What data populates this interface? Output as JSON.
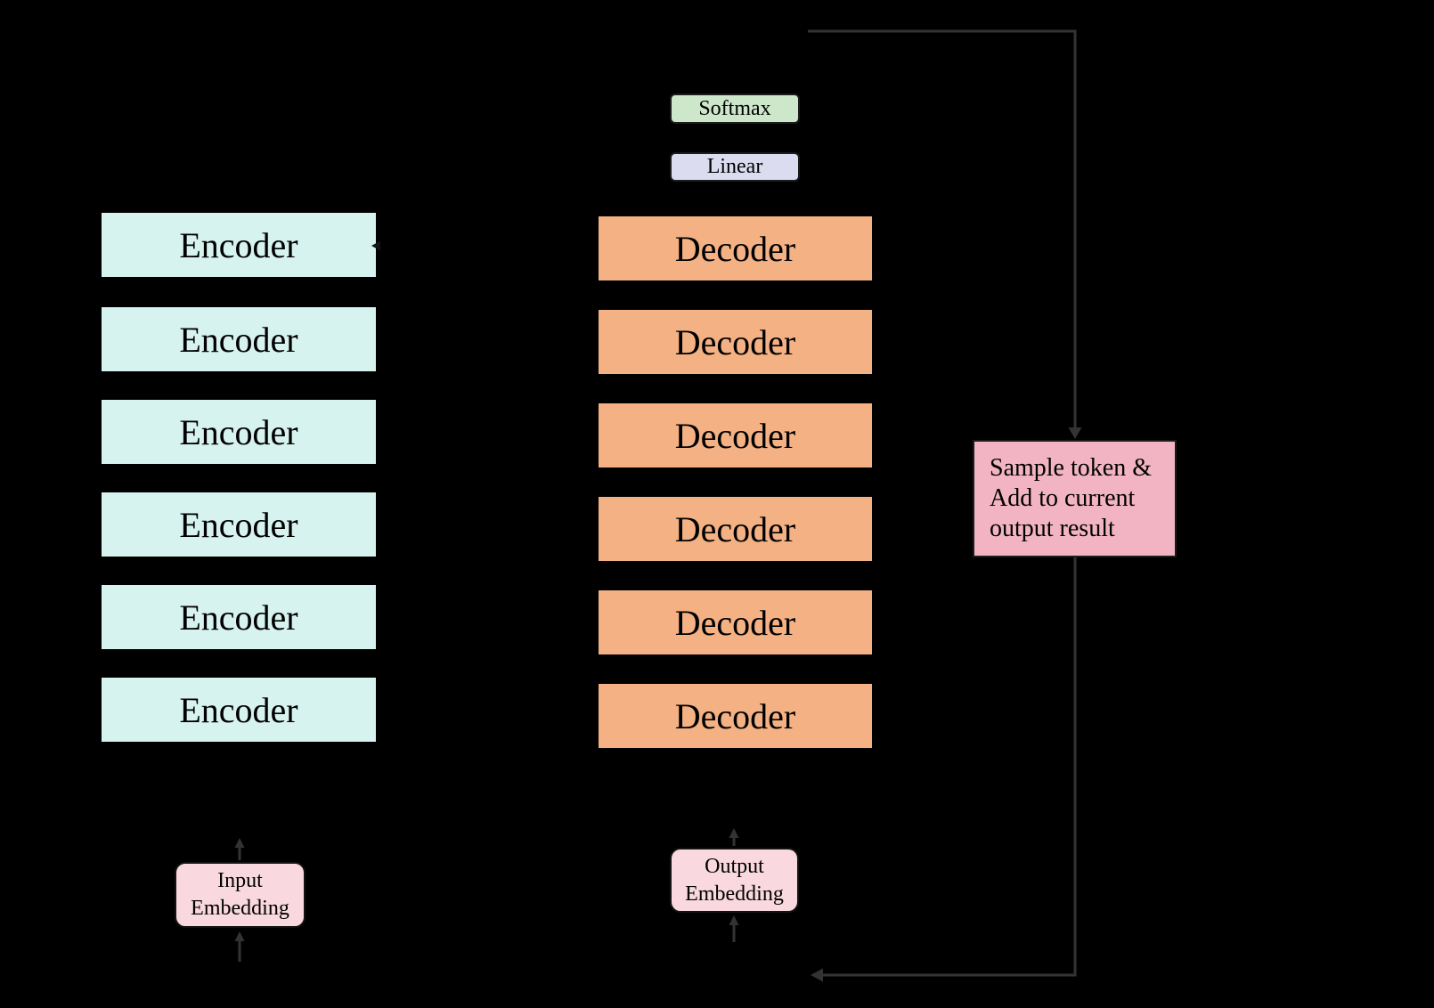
{
  "diagram": {
    "encoder_label": "Encoder",
    "decoder_label": "Decoder",
    "encoder_count": 6,
    "decoder_count": 6,
    "softmax_label": "Softmax",
    "linear_label": "Linear",
    "sample_box": {
      "lines": [
        "Sample token &",
        "Add to current",
        "output result"
      ]
    },
    "input_embedding": {
      "lines": [
        "Input",
        "Embedding"
      ]
    },
    "output_embedding": {
      "lines": [
        "Output",
        "Embedding"
      ]
    }
  },
  "colors": {
    "background": "#000000",
    "encoder": "#d7f3ef",
    "decoder": "#f4b183",
    "softmax": "#cde7cb",
    "linear": "#dbdcf0",
    "sample": "#f2b4c3",
    "embedding": "#f9d8e0",
    "line": "#333333",
    "text": "#000000"
  }
}
